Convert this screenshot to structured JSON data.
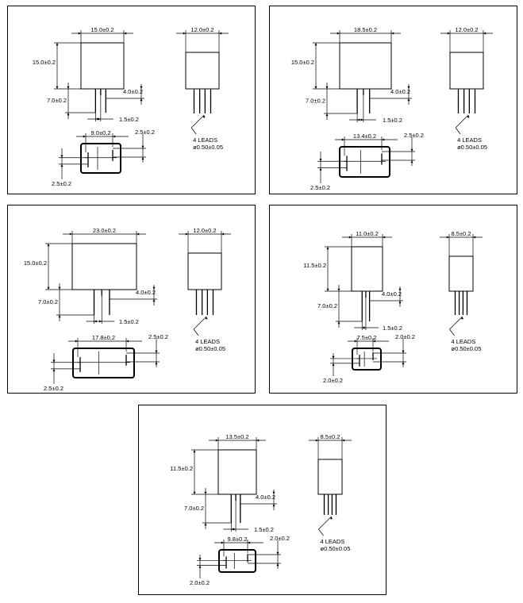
{
  "panels": [
    {
      "id": "relay-15x12",
      "width": "15.0±0.2",
      "height": "15.0±0.2",
      "depth": "12.0±0.2",
      "lead_length": "7.0±0.2",
      "lead_offset": "4.0±0.2",
      "lead_pitch": "1.5±0.2",
      "pad_width": "9.0±0.2",
      "pad_top": "2.5±0.2",
      "pad_bottom": "2.5±0.2",
      "leads_label": "4 LEADS",
      "lead_dia": "ø0.50±0.05"
    },
    {
      "id": "relay-18x12",
      "width": "18.5±0.2",
      "height": "15.0±0.2",
      "depth": "12.0±0.2",
      "lead_length": "7.0±0.2",
      "lead_offset": "4.0±0.2",
      "lead_pitch": "1.5±0.2",
      "pad_width": "13.4±0.2",
      "pad_top": "2.5±0.2",
      "pad_bottom": "2.5±0.2",
      "leads_label": "4 LEADS",
      "lead_dia": "ø0.50±0.05"
    },
    {
      "id": "relay-23x12",
      "width": "23.0±0.2",
      "height": "15.0±0.2",
      "depth": "12.0±0.2",
      "lead_length": "7.0±0.2",
      "lead_offset": "4.0±0.2",
      "lead_pitch": "1.5±0.2",
      "pad_width": "17.8±0.2",
      "pad_top": "2.5±0.2",
      "pad_bottom": "2.5±0.2",
      "leads_label": "4 LEADS",
      "lead_dia": "ø0.50±0.05"
    },
    {
      "id": "relay-11x8",
      "width": "11.0±0.2",
      "height": "11.5±0.2",
      "depth": "8.5±0.2",
      "lead_length": "7.0±0.2",
      "lead_offset": "4.0±0.2",
      "lead_pitch": "1.5±0.2",
      "pad_width": "7.5±0.2",
      "pad_top": "2.0±0.2",
      "pad_bottom": "2.0±0.2",
      "leads_label": "4 LEADS",
      "lead_dia": "ø0.50±0.05"
    },
    {
      "id": "relay-13x8",
      "width": "13.5±0.2",
      "height": "11.5±0.2",
      "depth": "8.5±0.2",
      "lead_length": "7.0±0.2",
      "lead_offset": "4.0±0.2",
      "lead_pitch": "1.5±0.2",
      "pad_width": "9.8±0.2",
      "pad_top": "2.0±0.2",
      "pad_bottom": "2.0±0.2",
      "leads_label": "4 LEADS",
      "lead_dia": "ø0.50±0.05"
    }
  ]
}
